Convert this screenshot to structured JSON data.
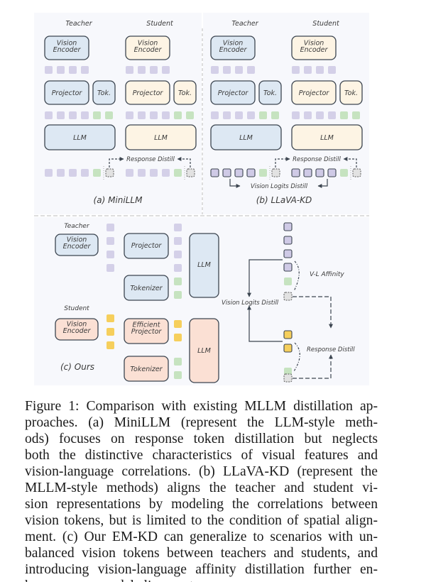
{
  "figure": {
    "colors": {
      "teacher_fill": "#dde8f3",
      "student_ab_fill": "#fdf4e4",
      "student_c_fill": "#fbe0d4",
      "vision_token": "#d4d0e8",
      "vision_token_outlined": "#cfcae6",
      "text_token": "#c6e3c0",
      "yellow_token": "#f6cf5c",
      "response_token": "#e2e2e2",
      "panel_bg": "#f7f8fc",
      "stroke": "#3c4550"
    },
    "panel_a": {
      "teacher_label": "Teacher",
      "student_label": "Student",
      "vision_encoder": "Vision Encoder",
      "projector": "Projector",
      "tokenizer_short": "Tok.",
      "llm": "LLM",
      "response_distill": "Response Distill",
      "caption": "(a) MiniLLM"
    },
    "panel_b": {
      "teacher_label": "Teacher",
      "student_label": "Student",
      "vision_encoder": "Vision Encoder",
      "projector": "Projector",
      "tokenizer_short": "Tok.",
      "llm": "LLM",
      "response_distill": "Response Distill",
      "vision_logits_distill": "Vision Logits Distill",
      "caption": "(b) LLaVA-KD"
    },
    "panel_c": {
      "teacher_label": "Teacher",
      "student_label": "Student",
      "teacher_vision_encoder": "Vision Encoder",
      "teacher_projector": "Projector",
      "teacher_tokenizer": "Tokenizer",
      "teacher_llm": "LLM",
      "student_vision_encoder": "Vision Encoder",
      "student_projector": "Efficient Projector",
      "student_tokenizer": "Tokenizer",
      "student_llm": "LLM",
      "vl_affinity": "V-L Affinity",
      "vision_logits_distill": "Vision Logits Distill",
      "response_distill": "Response Distill",
      "caption": "(c) Ours"
    }
  },
  "caption": {
    "lines": [
      "Figure 1: Comparison with existing MLLM distillation ap-",
      "proaches. (a) MiniLLM (represent the LLM-style meth-",
      "ods) focuses on response token distillation but neglects",
      "both the distinctive characteristics of visual features and",
      "vision-language correlations. (b) LLaVA-KD (represent the",
      "MLLM-style methods) aligns the teacher and student vi-",
      "sion representations by modeling the correlations between",
      "vision tokens, but is limited to the condition of spatial align-",
      "ment. (c) Our EM-KD can generalize to scenarios with un-",
      "balanced vision tokens between teachers and students, and",
      "introducing vision-language affinity distillation further en-",
      "hances cross-modal alignment."
    ]
  }
}
